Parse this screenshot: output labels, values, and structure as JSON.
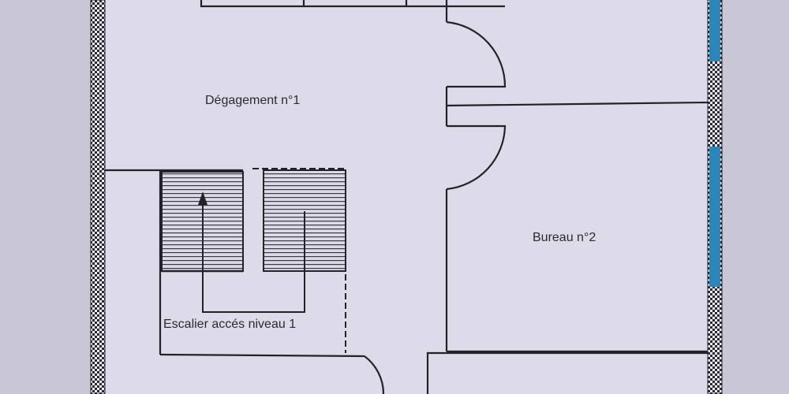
{
  "rooms": {
    "degagement": "Dégagement n°1",
    "bureau": "Bureau n°2",
    "escalier": "Escalier accés niveau 1"
  },
  "colors": {
    "paper": "#dddbe9",
    "margin": "#c9c7d6",
    "line": "#222228",
    "window": "#2d86b8",
    "hatch": "#3a3a40"
  }
}
